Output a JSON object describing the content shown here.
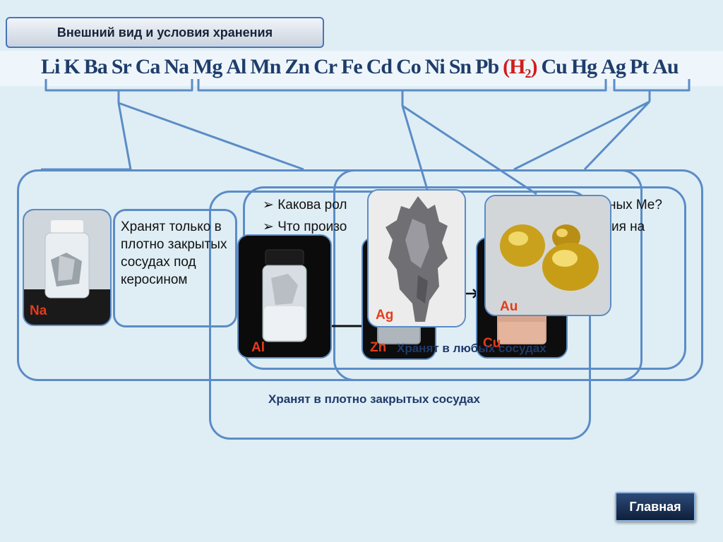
{
  "slide": {
    "title": "Внешний вид и условия хранения",
    "home_button": "Главная"
  },
  "series": {
    "elements": [
      "Li",
      "K",
      "Ba",
      "Sr",
      "Ca",
      "Na",
      "Mg",
      "Al",
      "Mn",
      "Zn",
      "Cr",
      "Fe",
      "Cd",
      "Co",
      "Ni",
      "Sn",
      "Pb"
    ],
    "hydrogen": "(H₂)",
    "after": [
      "Cu",
      "Hg",
      "Ag",
      "Pt",
      "Au"
    ]
  },
  "storage": {
    "kerosene_note": "Хранят только в плотно закрытых сосудах под керосином",
    "tight_vessels": "Хранят в плотно закрытых сосудах",
    "any_vessels": "Хранят в любых сосудах"
  },
  "questions": {
    "q1": "➢ Какова рол",
    "q1_tail": "ных Me?",
    "q2": "➢ Что произо",
    "q2_tail": "ия на"
  },
  "labels": {
    "na": "Na",
    "al": "Al",
    "zn": "Zn",
    "ag": "Ag",
    "au": "Au",
    "cu": "Cu"
  },
  "colors": {
    "frame": "#5b8cc6",
    "label": "#e53b1a",
    "hydrogen": "#d01c1c"
  }
}
